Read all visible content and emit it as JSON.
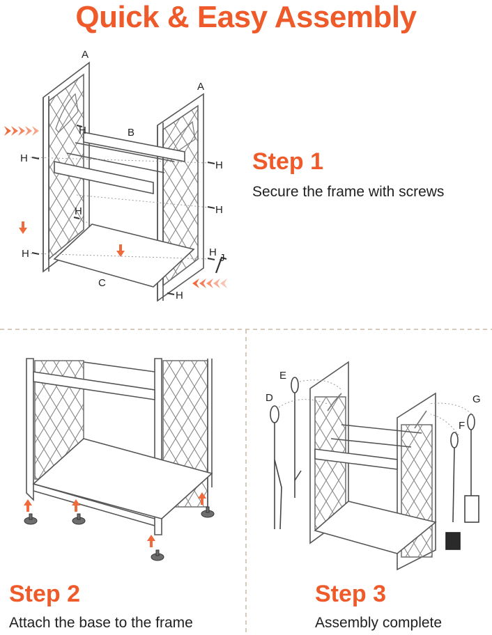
{
  "title": "Quick & Easy Assembly",
  "accent_color": "#ef5a2a",
  "step1": {
    "heading": "Step 1",
    "description": "Secure the frame with screws",
    "part_labels": [
      "A",
      "A",
      "B",
      "C",
      "J",
      "H",
      "H",
      "H",
      "H",
      "H",
      "H",
      "H",
      "H",
      "H"
    ]
  },
  "step2": {
    "heading": "Step 2",
    "description": "Attach the base to the frame"
  },
  "step3": {
    "heading": "Step 3",
    "description": "Assembly complete",
    "tool_labels": [
      "D",
      "E",
      "F",
      "G"
    ]
  }
}
